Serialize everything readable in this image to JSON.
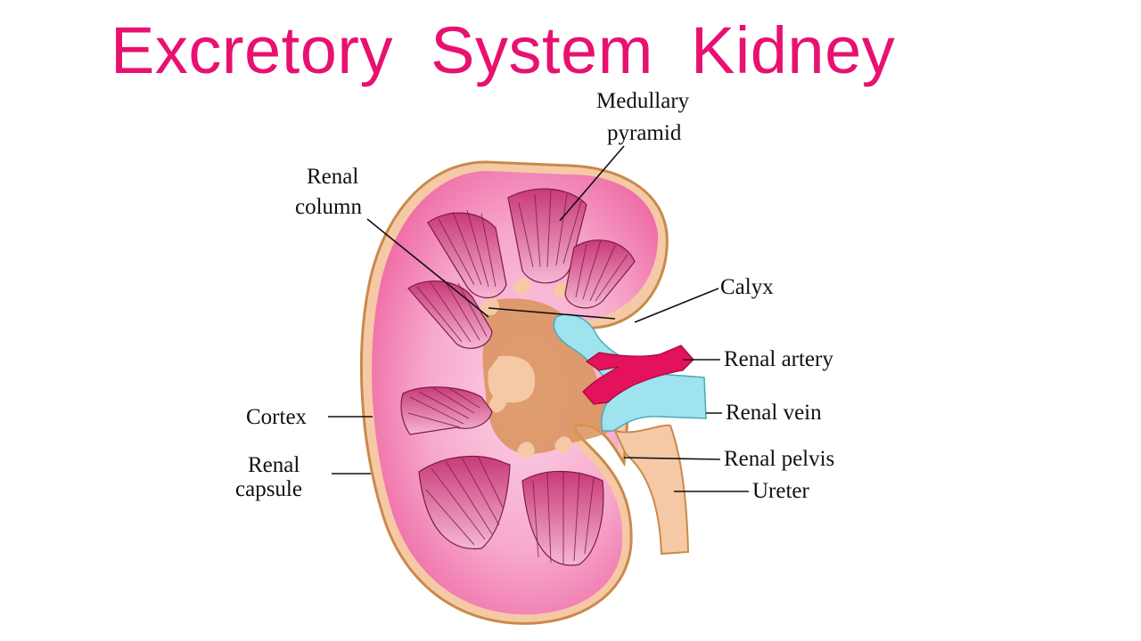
{
  "title": "Excretory  System  Kidney",
  "labels": {
    "medullary_pyramid_line1": "Medullary",
    "medullary_pyramid_line2": "pyramid",
    "renal_column_line1": "Renal",
    "renal_column_line2": "column",
    "calyx": "Calyx",
    "renal_artery": "Renal artery",
    "renal_vein": "Renal vein",
    "renal_pelvis": "Renal pelvis",
    "ureter": "Ureter",
    "cortex": "Cortex",
    "renal_capsule_line1": "Renal",
    "renal_capsule_line2": "capsule"
  },
  "colors": {
    "title": "#e8116f",
    "capsule_outline": "#c98a4a",
    "cortex": "#f48ab8",
    "pyramid": "#d94f86",
    "pelvis": "#f2b98a",
    "artery": "#e4115c",
    "vein": "#9fe3ef"
  }
}
